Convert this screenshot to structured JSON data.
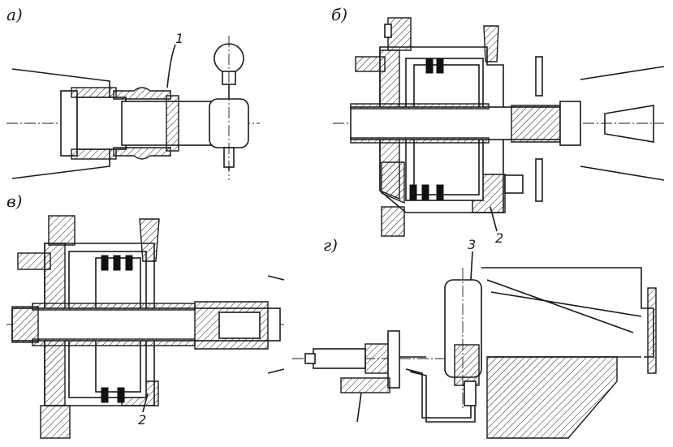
{
  "panels": {
    "a": {
      "label": "а)",
      "callout": "1"
    },
    "b": {
      "label": "б)",
      "callout": "2"
    },
    "v": {
      "label": "в)",
      "callout": "2"
    },
    "g": {
      "label": "г)",
      "callout": "3"
    }
  },
  "colors": {
    "ink": "#1a1a1a",
    "paper": "#ffffff"
  }
}
